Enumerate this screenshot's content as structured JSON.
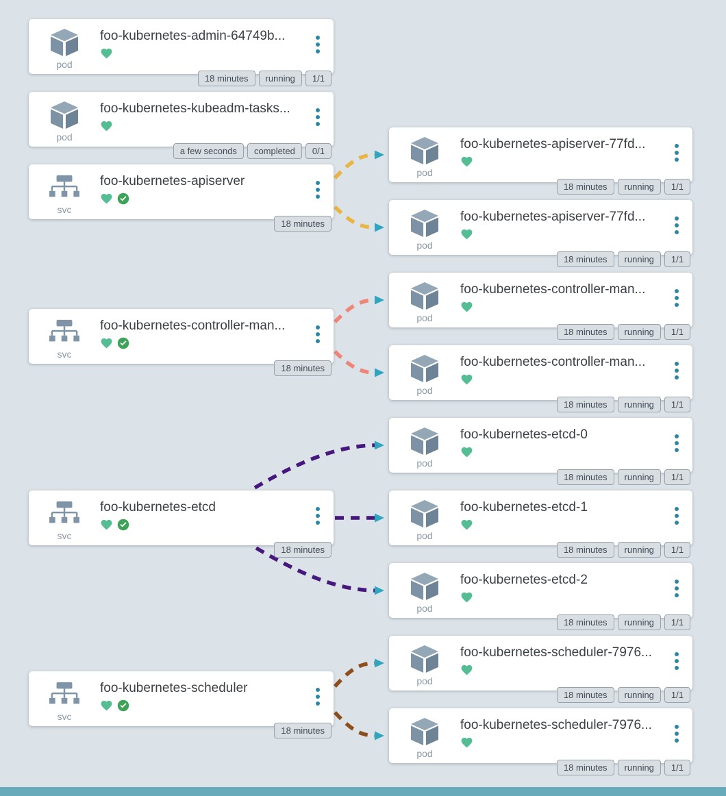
{
  "colors": {
    "background": "#dce3e8",
    "card": "#ffffff",
    "healthy_heart": "#55bd94",
    "check_circle": "#3fa259",
    "menu_dots": "#2e86a5",
    "badge_bg": "#d9dee3",
    "badge_border": "#98a2ac",
    "icon_gray": "#7f95a7",
    "arrowhead": "#30a5c0",
    "footer_bar": "#68a9ba"
  },
  "nodes": [
    {
      "type": "pod",
      "title": "foo-kubernetes-admin-64749b...",
      "badges": [
        "18 minutes",
        "running",
        "1/1"
      ]
    },
    {
      "type": "pod",
      "title": "foo-kubernetes-kubeadm-tasks...",
      "badges": [
        "a few seconds",
        "completed",
        "0/1"
      ]
    },
    {
      "type": "svc",
      "title": "foo-kubernetes-apiserver",
      "badges": [
        "18 minutes"
      ]
    },
    {
      "type": "svc",
      "title": "foo-kubernetes-controller-man...",
      "badges": [
        "18 minutes"
      ]
    },
    {
      "type": "svc",
      "title": "foo-kubernetes-etcd",
      "badges": [
        "18 minutes"
      ]
    },
    {
      "type": "svc",
      "title": "foo-kubernetes-scheduler",
      "badges": [
        "18 minutes"
      ]
    },
    {
      "type": "pod",
      "title": "foo-kubernetes-apiserver-77fd...",
      "badges": [
        "18 minutes",
        "running",
        "1/1"
      ]
    },
    {
      "type": "pod",
      "title": "foo-kubernetes-apiserver-77fd...",
      "badges": [
        "18 minutes",
        "running",
        "1/1"
      ]
    },
    {
      "type": "pod",
      "title": "foo-kubernetes-controller-man...",
      "badges": [
        "18 minutes",
        "running",
        "1/1"
      ]
    },
    {
      "type": "pod",
      "title": "foo-kubernetes-controller-man...",
      "badges": [
        "18 minutes",
        "running",
        "1/1"
      ]
    },
    {
      "type": "pod",
      "title": "foo-kubernetes-etcd-0",
      "badges": [
        "18 minutes",
        "running",
        "1/1"
      ]
    },
    {
      "type": "pod",
      "title": "foo-kubernetes-etcd-1",
      "badges": [
        "18 minutes",
        "running",
        "1/1"
      ]
    },
    {
      "type": "pod",
      "title": "foo-kubernetes-etcd-2",
      "badges": [
        "18 minutes",
        "running",
        "1/1"
      ]
    },
    {
      "type": "pod",
      "title": "foo-kubernetes-scheduler-7976...",
      "badges": [
        "18 minutes",
        "running",
        "1/1"
      ]
    },
    {
      "type": "pod",
      "title": "foo-kubernetes-scheduler-7976...",
      "badges": [
        "18 minutes",
        "running",
        "1/1"
      ]
    }
  ],
  "edges": [
    {
      "from": 2,
      "to": 6,
      "color": "#e8b544"
    },
    {
      "from": 2,
      "to": 7,
      "color": "#e8b544"
    },
    {
      "from": 3,
      "to": 8,
      "color": "#ee8578"
    },
    {
      "from": 3,
      "to": 9,
      "color": "#ee8578"
    },
    {
      "from": 4,
      "to": 10,
      "color": "#46187e"
    },
    {
      "from": 4,
      "to": 11,
      "color": "#46187e"
    },
    {
      "from": 4,
      "to": 12,
      "color": "#46187e"
    },
    {
      "from": 5,
      "to": 13,
      "color": "#8d4e1e"
    },
    {
      "from": 5,
      "to": 14,
      "color": "#8d4e1e"
    }
  ]
}
